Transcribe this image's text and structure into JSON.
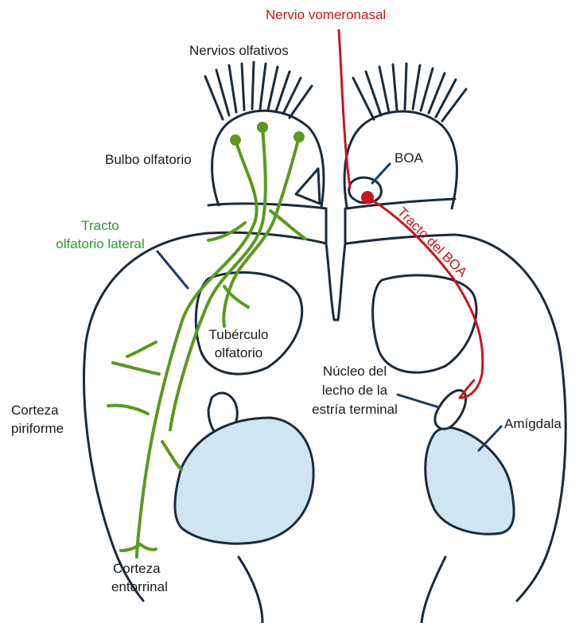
{
  "colors": {
    "outline": "#1b2a3a",
    "olfactory_tract": "#5a9a1f",
    "vomeronasal": "#c8161d",
    "amygdala_fill": "#cfe6f2",
    "pointer": "#1f3a6a"
  },
  "labels": {
    "nervio_vomeronasal": "Nervio vomeronasal",
    "nervios_olfativos": "Nervios olfativos",
    "bulbo_olfatorio": "Bulbo olfatorio",
    "boa": "BOA",
    "tracto_lateral_1": "Tracto",
    "tracto_lateral_2": "olfatorio lateral",
    "tracto_boa": "Tracto del BOA",
    "tuberculo_1": "Tubérculo",
    "tuberculo_2": "olfatorio",
    "nucleo_1": "Núcleo del",
    "nucleo_2": "lecho de la",
    "nucleo_3": "estría terminal",
    "amigdala": "Amígdala",
    "corteza_piriforme_1": "Corteza",
    "corteza_piriforme_2": "piriforme",
    "corteza_entorrinal_1": "Corteza",
    "corteza_entorrinal_2": "entorrinal"
  }
}
